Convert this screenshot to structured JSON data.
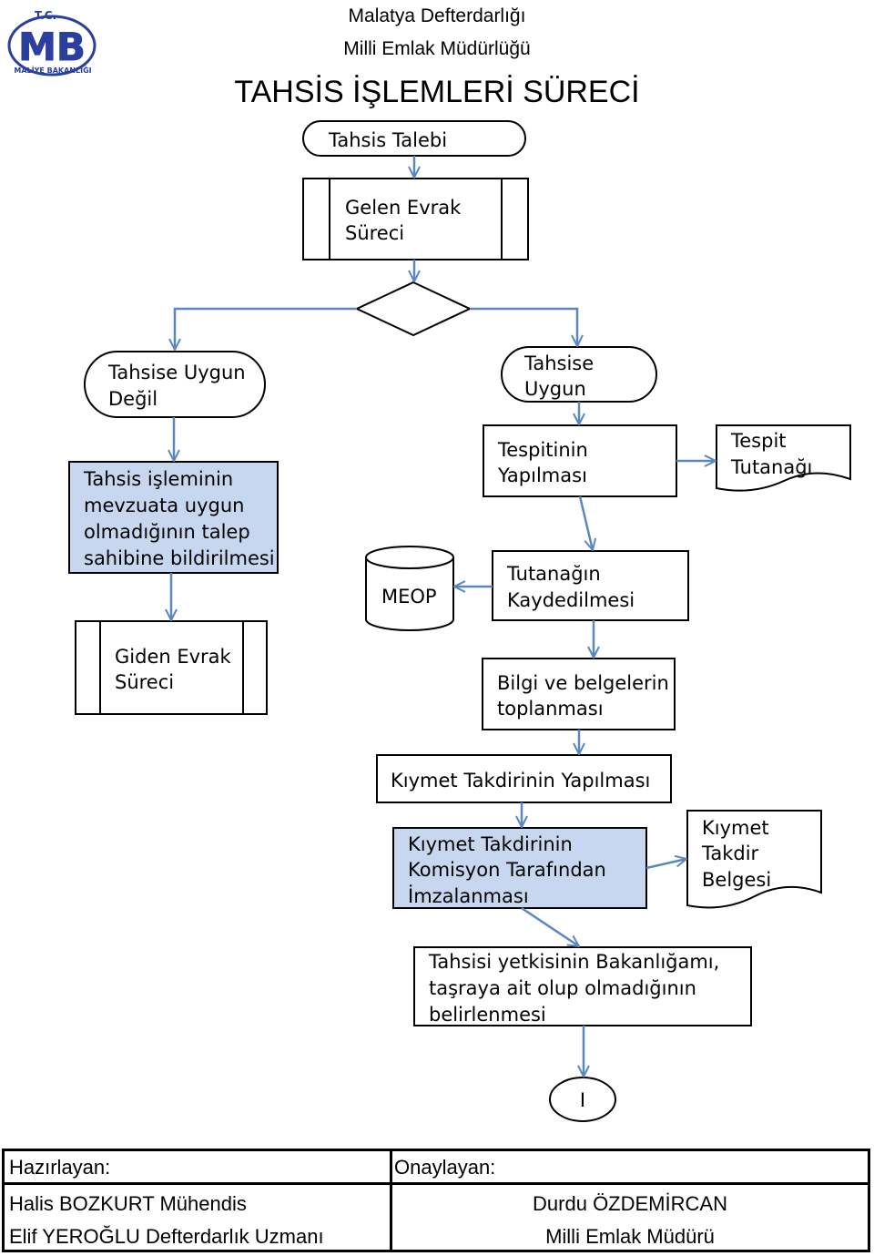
{
  "header": {
    "org_line1": "Malatya  Defterdarlığı",
    "org_line2": "Milli Emlak Müdürlüğü",
    "title": "TAHSİS İŞLEMLERİ SÜRECİ"
  },
  "logo": {
    "top_text": "T.C.",
    "letters": "MB",
    "bottom_text": "MALİYE BAKANLIĞI"
  },
  "nodes": {
    "tahsis_talebi": [
      "Tahsis Talebi"
    ],
    "gelen_evrak": [
      "Gelen Evrak",
      "Süreci"
    ],
    "uygun_degil": [
      "Tahsise Uygun",
      "Değil"
    ],
    "uygun": [
      "Tahsise",
      "Uygun"
    ],
    "bildirim": [
      "Tahsis işleminin",
      "mevzuata uygun",
      "olmadığının talep",
      "sahibine bildirilmesi"
    ],
    "tespit_yapilmasi": [
      "Tespitinin",
      "Yapılması"
    ],
    "tespit_tutanagi": [
      "Tespit",
      "Tutanağı"
    ],
    "meop": [
      "MEOP"
    ],
    "tutanak_kayit": [
      "Tutanağın",
      "Kaydedilmesi"
    ],
    "giden_evrak": [
      "Giden Evrak",
      "Süreci"
    ],
    "bilgi_belge": [
      "Bilgi ve belgelerin",
      "toplanması"
    ],
    "kiymet_takdir": [
      "Kıymet Takdirinin Yapılması"
    ],
    "komisyon_imza": [
      "Kıymet Takdirinin",
      "Komisyon Tarafından",
      "İmzalanması"
    ],
    "kiymet_belgesi": [
      "Kıymet",
      "Takdir",
      "Belgesi"
    ],
    "yetki_belirleme": [
      "Tahsisi yetkisinin Bakanlığamı,",
      "taşraya ait olup olmadığının",
      "belirlenmesi"
    ],
    "connector": [
      "I"
    ]
  },
  "colors": {
    "arrow": "#5b87c0",
    "highlight_fill": "#c6d7ef",
    "stroke": "#000000"
  },
  "footer": {
    "prepared_label": "Hazırlayan:",
    "approved_label": "Onaylayan:",
    "preparer1": "Halis BOZKURT Mühendis",
    "preparer2": "Elif YEROĞLU Defterdarlık Uzmanı",
    "approver_name": "Durdu ÖZDEMİRCAN",
    "approver_title": "Milli Emlak Müdürü"
  }
}
